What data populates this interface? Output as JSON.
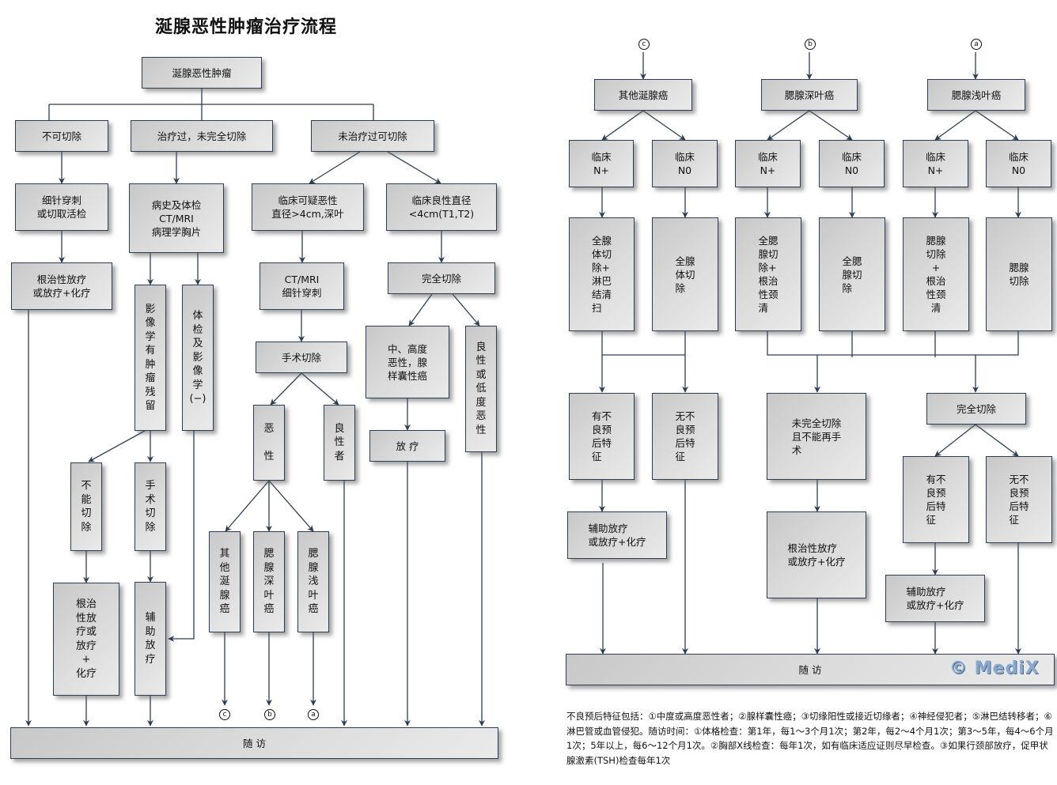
{
  "title": "涎腺恶性肿瘤治疗流程",
  "left": {
    "root": "涎腺恶性肿瘤",
    "branch_unresectable": "不可切除",
    "branch_treated_incomplete": "治疗过，未完全切除",
    "branch_untreated_resectable": "未治疗过可切除",
    "fna_biopsy": "细针穿刺\n或切取活检",
    "radical_rt_chemo": "根治性放疗\n或放疗+化疗",
    "history_exam": "病史及体检\nCT/MRI\n病理学胸片",
    "imaging_residual": "影\n像\n学\n有\n肿\n瘤\n残\n留",
    "exam_imaging_negative": "体\n检\n及\n影\n像\n学\n(−)",
    "cannot_resect": "不\n能\n切\n除",
    "surgical_resection_v": "手\n术\n切\n除",
    "radical_rt_chemo_v": "根治\n性放\n疗或\n放疗\n+\n化疗",
    "adjuvant_rt_v": "辅\n助\n放\n疗",
    "suspicious_malignant": "临床可疑恶性\n直径>4cm,深叶",
    "ct_mri_fna": "CT/MRI\n细针穿刺",
    "surgery": "手术切除",
    "malignant": "恶\n\n性",
    "benign_person": "良\n性\n者",
    "other_salivary_v": "其\n他\n涎\n腺\n癌",
    "parotid_deep_v": "腮\n腺\n深\n叶\n癌",
    "parotid_superficial_v": "腮\n腺\n浅\n叶\n癌",
    "clinical_benign": "临床良性直径\n<4cm(T1,T2)",
    "complete_resection": "完全切除",
    "intermediate_high": "中、高度\n恶性，腺\n样囊性癌",
    "benign_low_grade": "良\n性\n或\n低\n度\n恶\n性",
    "radiotherapy": "放  疗",
    "marker_c": "c",
    "marker_b": "b",
    "marker_a": "a",
    "followup": "随        访"
  },
  "right": {
    "marker_c": "c",
    "marker_b": "b",
    "marker_a": "a",
    "other_salivary": "其他涎腺癌",
    "parotid_deep": "腮腺深叶癌",
    "parotid_superficial": "腮腺浅叶癌",
    "c_n_plus": "临床\nN+",
    "c_n0": "临床\nN0",
    "b_n_plus": "临床\nN+",
    "b_n0": "临床\nN0",
    "a_n_plus": "临床\nN+",
    "a_n0": "临床\nN0",
    "c_n_plus_tx": "全腺\n体切\n除+\n淋巴\n结清\n扫",
    "c_n0_tx": "全腺\n体切\n除",
    "b_n_plus_tx": "全腮\n腺切\n除+\n根治\n性颈\n清",
    "b_n0_tx": "全腮\n腺切\n除",
    "a_n_plus_tx": "腮腺\n切除\n+\n根治\n性颈\n清",
    "a_n0_tx": "腮腺\n切除",
    "adverse_features": "有不\n良预\n后特\n征",
    "no_adverse_features": "无不\n良预\n后特\n征",
    "incomplete_no_reop": "未完全切除\n且不能再手\n术",
    "complete_resection": "完全切除",
    "adverse_features_2": "有不\n良预\n后特\n征",
    "no_adverse_features_2": "无不\n良预\n后特\n征",
    "adjuvant_rt_chemo": "辅助放疗\n或放疗+化疗",
    "radical_rt_chemo": "根治性放疗\n或放疗+化疗",
    "adjuvant_rt_chemo_2": "辅助放疗\n或放疗+化疗",
    "followup": "随        访",
    "watermark": "© MediX"
  },
  "footnote": "不良预后特征包括：①中度或高度恶性者；②腺样囊性癌；③切缘阳性或接近切缘者；④神经侵犯者；⑤淋巴结转移者；⑥淋巴管或血管侵犯。随访时间：①体格检查：第1年，每1～3个月1次；第2年，每2～4个月1次；第3～5年，每4～6个月1次；5年以上，每6～12个月1次。②胸部X线检查：每年1次，如有临床适应证则尽早检查。③如果行颈部放疗，促甲状腺激素(TSH)检查每年1次",
  "colors": {
    "line": "#2a3f55",
    "box_border": "#2a3f55",
    "box_fill_dark": "#c8c8c8",
    "box_fill_light": "#eaeaea",
    "watermark": "#8aa8cc"
  }
}
